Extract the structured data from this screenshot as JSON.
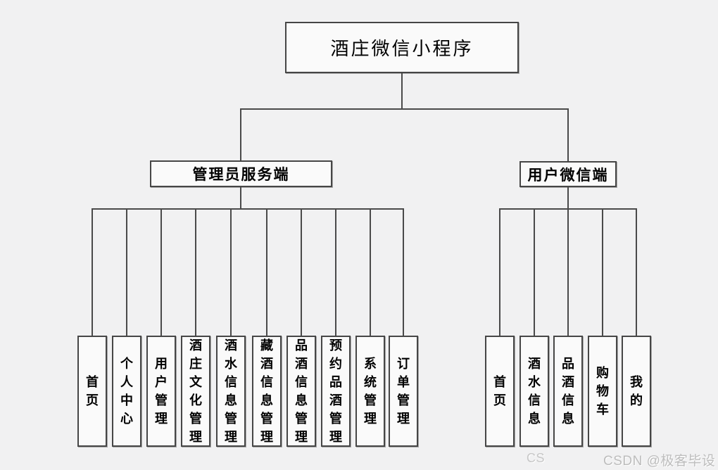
{
  "title": "酒庄微信小程序",
  "branches": [
    {
      "label": "管理员服务端",
      "children": [
        "首页",
        "个人中心",
        "用户管理",
        "酒庄文化管理",
        "酒水信息管理",
        "藏酒信息管理",
        "品酒信息管理",
        "预约品酒管理",
        "系统管理",
        "订单管理"
      ]
    },
    {
      "label": "用户微信端",
      "children": [
        "首页",
        "酒水信息",
        "品酒信息",
        "购物车",
        "我的"
      ]
    }
  ],
  "watermark": {
    "text": "CSDN @极客毕设",
    "partial": "CS"
  },
  "colors": {
    "background": "#f1f1f2",
    "box_fill": "#fafafa",
    "line": "#4a4a4a",
    "text": "#000000",
    "watermark": "#bdbdbd"
  }
}
